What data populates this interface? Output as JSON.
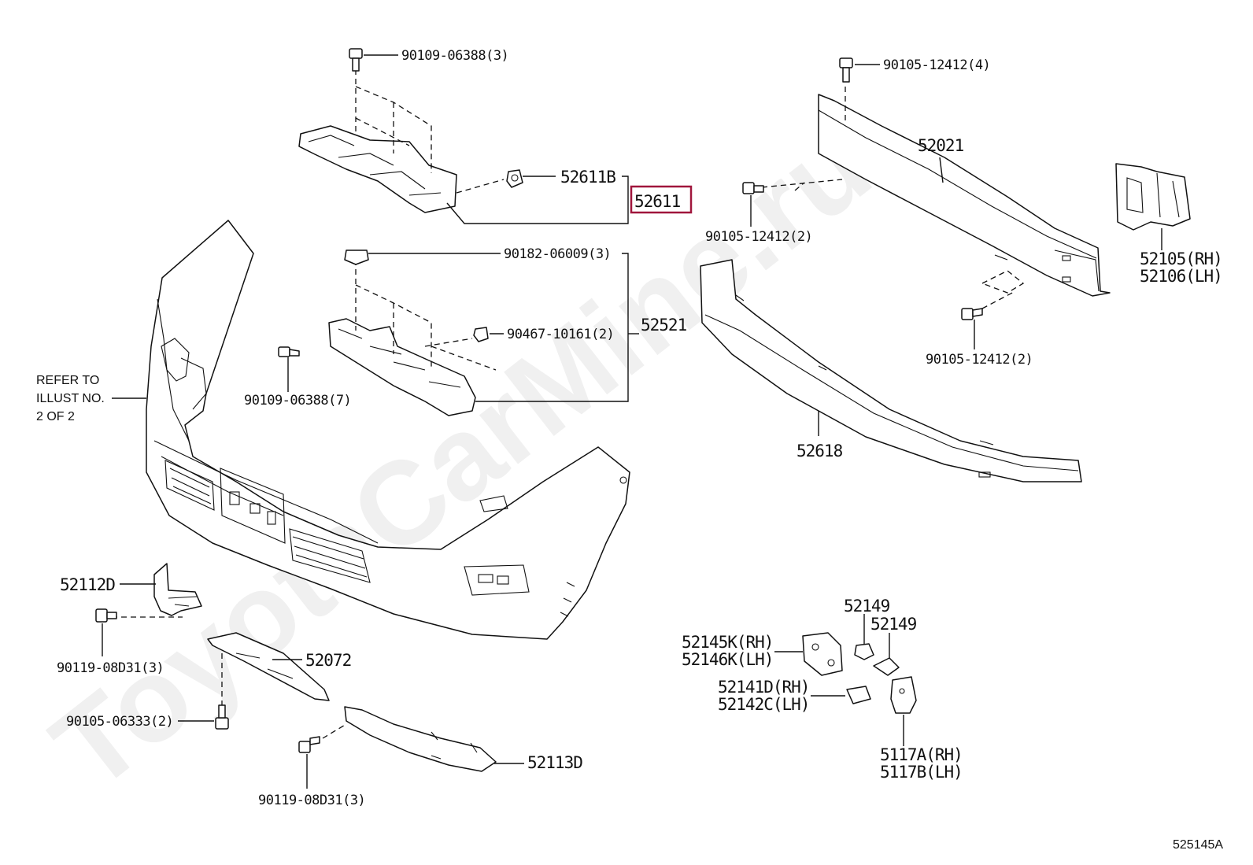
{
  "diagram": {
    "watermark": "ToyotaCarMine.ru",
    "illustration_code": "525145A",
    "refer_note": [
      "REFER TO",
      "ILLUST NO.",
      "2 OF 2"
    ],
    "highlighted_part": "52611",
    "labels": {
      "l_90109_06388_3": "90109-06388(3)",
      "l_52611B": "52611B",
      "l_52611": "52611",
      "l_90182_06009_3": "90182-06009(3)",
      "l_52521": "52521",
      "l_90467_10161_2": "90467-10161(2)",
      "l_90109_06388_7": "90109-06388(7)",
      "l_90105_12412_4": "90105-12412(4)",
      "l_52021": "52021",
      "l_90105_12412_2a": "90105-12412(2)",
      "l_52105": "52105(RH)",
      "l_52106": "52106(LH)",
      "l_90105_12412_2b": "90105-12412(2)",
      "l_52618": "52618",
      "l_52112D": "52112D",
      "l_90119_08D31_3a": "90119-08D31(3)",
      "l_52072": "52072",
      "l_90105_06333_2": "90105-06333(2)",
      "l_90119_08D31_3b": "90119-08D31(3)",
      "l_52113D": "52113D",
      "l_52149a": "52149",
      "l_52149b": "52149",
      "l_52145K": "52145K(RH)",
      "l_52146K": "52146K(LH)",
      "l_52141D": "52141D(RH)",
      "l_52142C": "52142C(LH)",
      "l_5117A": "5117A(RH)",
      "l_5117B": "5117B(LH)"
    }
  }
}
